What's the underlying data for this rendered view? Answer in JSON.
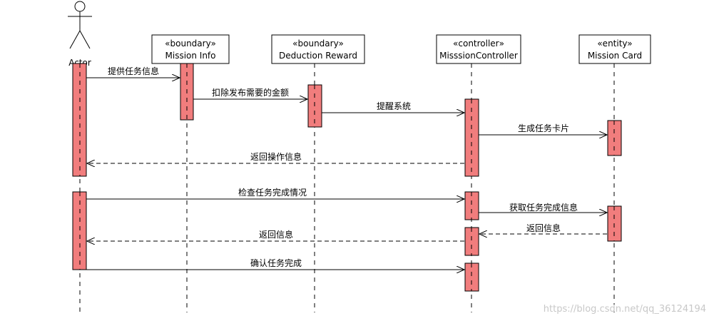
{
  "actor": {
    "name": "Actor"
  },
  "participants": [
    {
      "id": "mission-info",
      "stereotype": "«boundary»",
      "name": "Mission Info"
    },
    {
      "id": "deduction-reward",
      "stereotype": "«boundary»",
      "name": "Deduction Reward"
    },
    {
      "id": "mission-controller",
      "stereotype": "«controller»",
      "name": "MisssionController"
    },
    {
      "id": "mission-card",
      "stereotype": "«entity»",
      "name": "Mission Card"
    }
  ],
  "messages": [
    {
      "from": "actor",
      "to": "mission-info",
      "label": "提供任务信息",
      "kind": "sync"
    },
    {
      "from": "mission-info",
      "to": "deduction-reward",
      "label": "扣除发布需要的金额",
      "kind": "sync"
    },
    {
      "from": "deduction-reward",
      "to": "mission-controller",
      "label": "提醒系统",
      "kind": "sync"
    },
    {
      "from": "mission-controller",
      "to": "mission-card",
      "label": "生成任务卡片",
      "kind": "sync"
    },
    {
      "from": "mission-controller",
      "to": "actor",
      "label": "返回操作信息",
      "kind": "return"
    },
    {
      "from": "actor",
      "to": "mission-controller",
      "label": "检查任务完成情况",
      "kind": "sync"
    },
    {
      "from": "mission-controller",
      "to": "mission-card",
      "label": "获取任务完成信息",
      "kind": "sync"
    },
    {
      "from": "mission-card",
      "to": "mission-controller",
      "label": "返回信息",
      "kind": "return"
    },
    {
      "from": "mission-controller",
      "to": "actor",
      "label": "返回信息",
      "kind": "return"
    },
    {
      "from": "actor",
      "to": "mission-controller",
      "label": "确认任务完成",
      "kind": "sync"
    }
  ],
  "watermark": "https://blog.csdn.net/qq_36124194",
  "colors": {
    "activation": "#f17d7d",
    "line": "#000000"
  }
}
